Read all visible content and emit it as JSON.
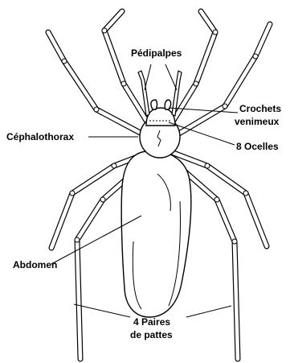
{
  "labels": {
    "pedipalpes": "Pédipalpes",
    "crochets_line1": "Crochets",
    "crochets_line2": "venimeux",
    "ocelles": "8 Ocelles",
    "cephalothorax": "Céphalothorax",
    "abdomen": "Abdomen",
    "pattes_line1": "4 Paires",
    "pattes_line2": "de pattes"
  }
}
